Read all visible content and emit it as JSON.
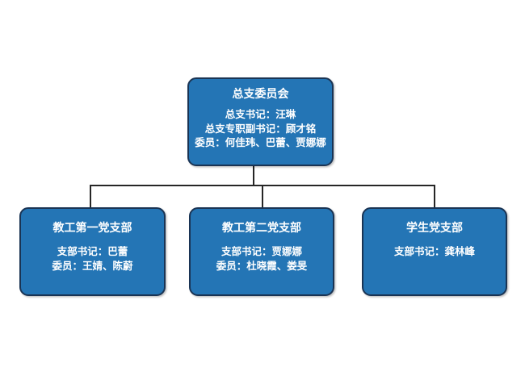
{
  "colors": {
    "page_background": "#ffffff",
    "node_fill": "#2475b5",
    "node_border": "#1a3454",
    "node_text": "#ffffff",
    "connector": "#262626"
  },
  "diagram": {
    "type": "org-chart",
    "root": {
      "title": "总支委员会",
      "lines": [
        "总支书记：汪琳",
        "总支专职副书记：顾才铭",
        "委员：何佳玮、巴蕾、贾娜娜"
      ]
    },
    "children": [
      {
        "title": "教工第一党支部",
        "lines": [
          "支部书记：巴蕾",
          "委员：王婧、陈蔚"
        ]
      },
      {
        "title": "教工第二党支部",
        "lines": [
          "支部书记：贾娜娜",
          "委员：杜晓霞、娄旻"
        ]
      },
      {
        "title": "学生党支部",
        "lines": [
          "支部书记：龚林峰"
        ]
      }
    ],
    "edges": [
      "root-to-child-0",
      "root-to-child-1",
      "root-to-child-2"
    ]
  }
}
